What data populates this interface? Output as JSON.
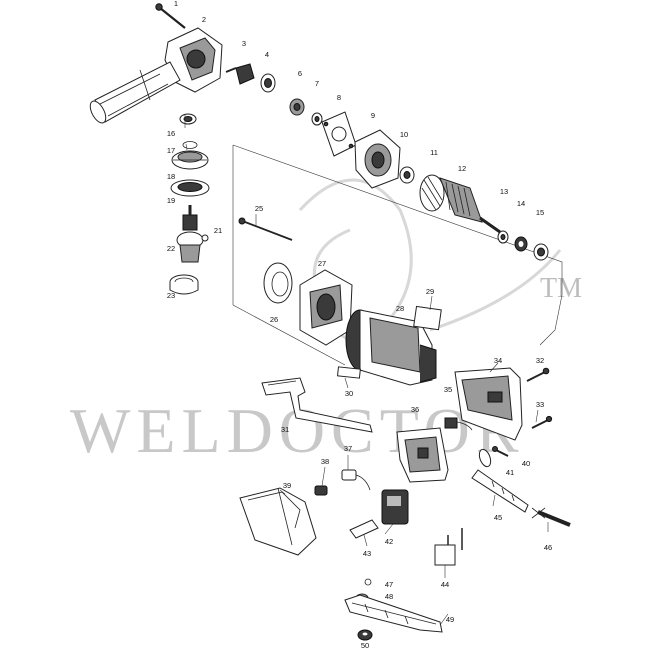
{
  "watermark": {
    "text": "WELDOCTOR",
    "trademark": "TM"
  },
  "labels": {
    "p1": "1",
    "p2": "2",
    "p3": "3",
    "p4": "4",
    "p6": "6",
    "p7": "7",
    "p8": "8",
    "p9": "9",
    "p10": "10",
    "p11": "11",
    "p12": "12",
    "p13": "13",
    "p14": "14",
    "p15": "15",
    "p16": "16",
    "p17": "17",
    "p18": "18",
    "p19": "19",
    "p21": "21",
    "p22": "22",
    "p23": "23",
    "p25": "25",
    "p26": "26",
    "p27": "27",
    "p28": "28",
    "p29": "29",
    "p30": "30",
    "p31": "31",
    "p32": "32",
    "p33": "33",
    "p34": "34",
    "p35": "35",
    "p36": "36",
    "p37": "37",
    "p38": "38",
    "p39": "39",
    "p40": "40",
    "p41": "41",
    "p42": "42",
    "p43": "43",
    "p44": "44",
    "p45": "45",
    "p46": "46",
    "p47": "47",
    "p48": "48",
    "p49": "49",
    "p50": "50"
  }
}
